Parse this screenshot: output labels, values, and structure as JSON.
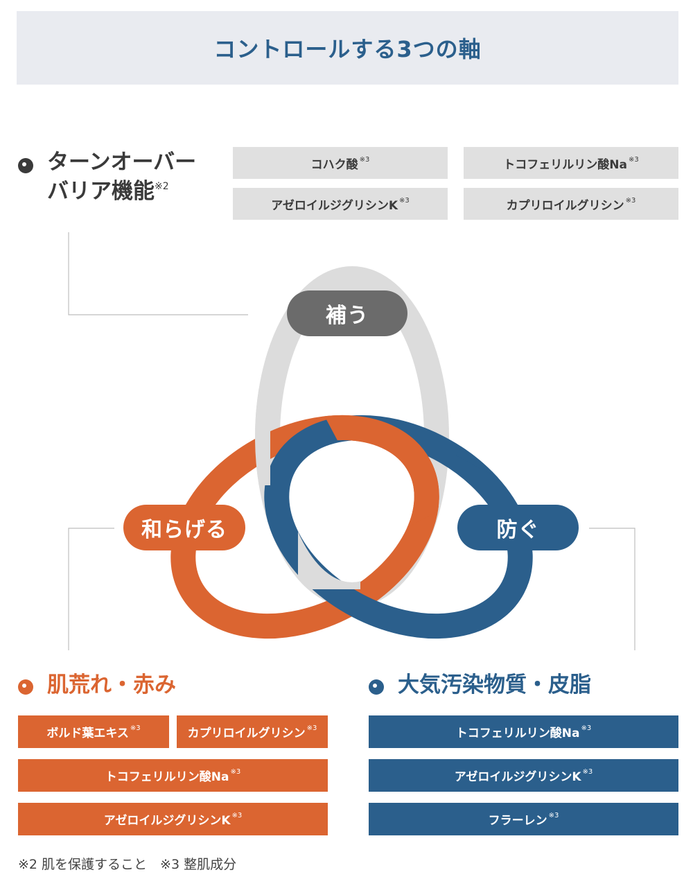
{
  "header": {
    "title": "コントロールする3つの軸"
  },
  "turnover": {
    "title_line1": "ターンオーバー",
    "title_line2": "バリア機能",
    "title_note": "※2",
    "ingredients": [
      {
        "name": "コハク酸",
        "note": "※3"
      },
      {
        "name": "トコフェリルリン酸Na",
        "note": "※3"
      },
      {
        "name": "アゼロイルジグリシンK",
        "note": "※3"
      },
      {
        "name": "カプリロイルグリシン",
        "note": "※3"
      }
    ]
  },
  "diagram": {
    "supplement_label": "補う",
    "soothe_label": "和らげる",
    "protect_label": "防ぐ"
  },
  "roughness": {
    "title": "肌荒れ・赤み",
    "ingredients": [
      {
        "name": "ボルド葉エキス",
        "note": "※3"
      },
      {
        "name": "カプリロイルグリシン",
        "note": "※3"
      },
      {
        "name": "トコフェリルリン酸Na",
        "note": "※3"
      },
      {
        "name": "アゼロイルジグリシンK",
        "note": "※3"
      }
    ]
  },
  "pollution": {
    "title": "大気汚染物質・皮脂",
    "ingredients": [
      {
        "name": "トコフェリルリン酸Na",
        "note": "※3"
      },
      {
        "name": "アゼロイルジグリシンK",
        "note": "※3"
      },
      {
        "name": "フラーレン",
        "note": "※3"
      }
    ]
  },
  "footnote": "※2 肌を保護すること　※3 整肌成分",
  "colors": {
    "blue": "#2b5f8c",
    "orange": "#db6531",
    "gray_ring": "#dcdcdc",
    "dark_pill": "#6b6b6b",
    "header_bg": "#e9ebf0"
  }
}
